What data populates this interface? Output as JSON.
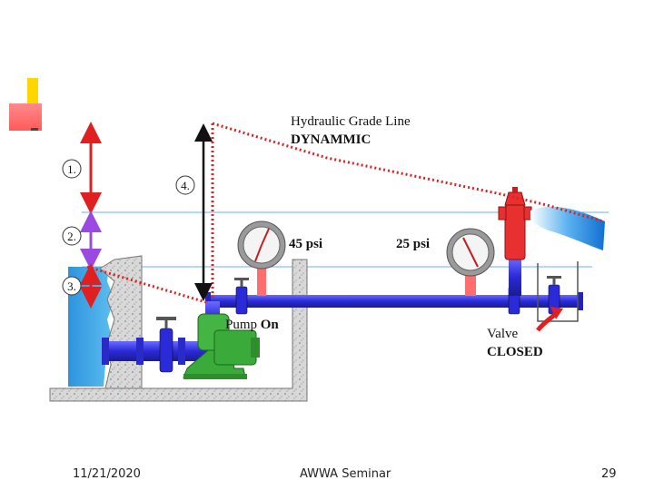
{
  "diagram": {
    "hgl_title": "Hydraulic Grade Line",
    "hgl_state": "DYNAMMIC",
    "markers": [
      "1.",
      "2.",
      "3.",
      "4."
    ],
    "gauge_left_reading": "45 psi",
    "gauge_right_reading": "25 psi",
    "pump_prefix": "Pump",
    "pump_state": "On",
    "valve_label": "Valve",
    "valve_state": "CLOSED"
  },
  "footer": {
    "date": "11/21/2020",
    "title": "AWWA Seminar",
    "page": "29"
  },
  "colors": {
    "accent_yellow": "#ffd600",
    "accent_red": "#ff5a5a",
    "water": "#3aa0e0",
    "pipe": "#3030e0",
    "pump": "#3aaa3a",
    "hgl_line": "#dd2222",
    "hydrant": "#e83030"
  }
}
